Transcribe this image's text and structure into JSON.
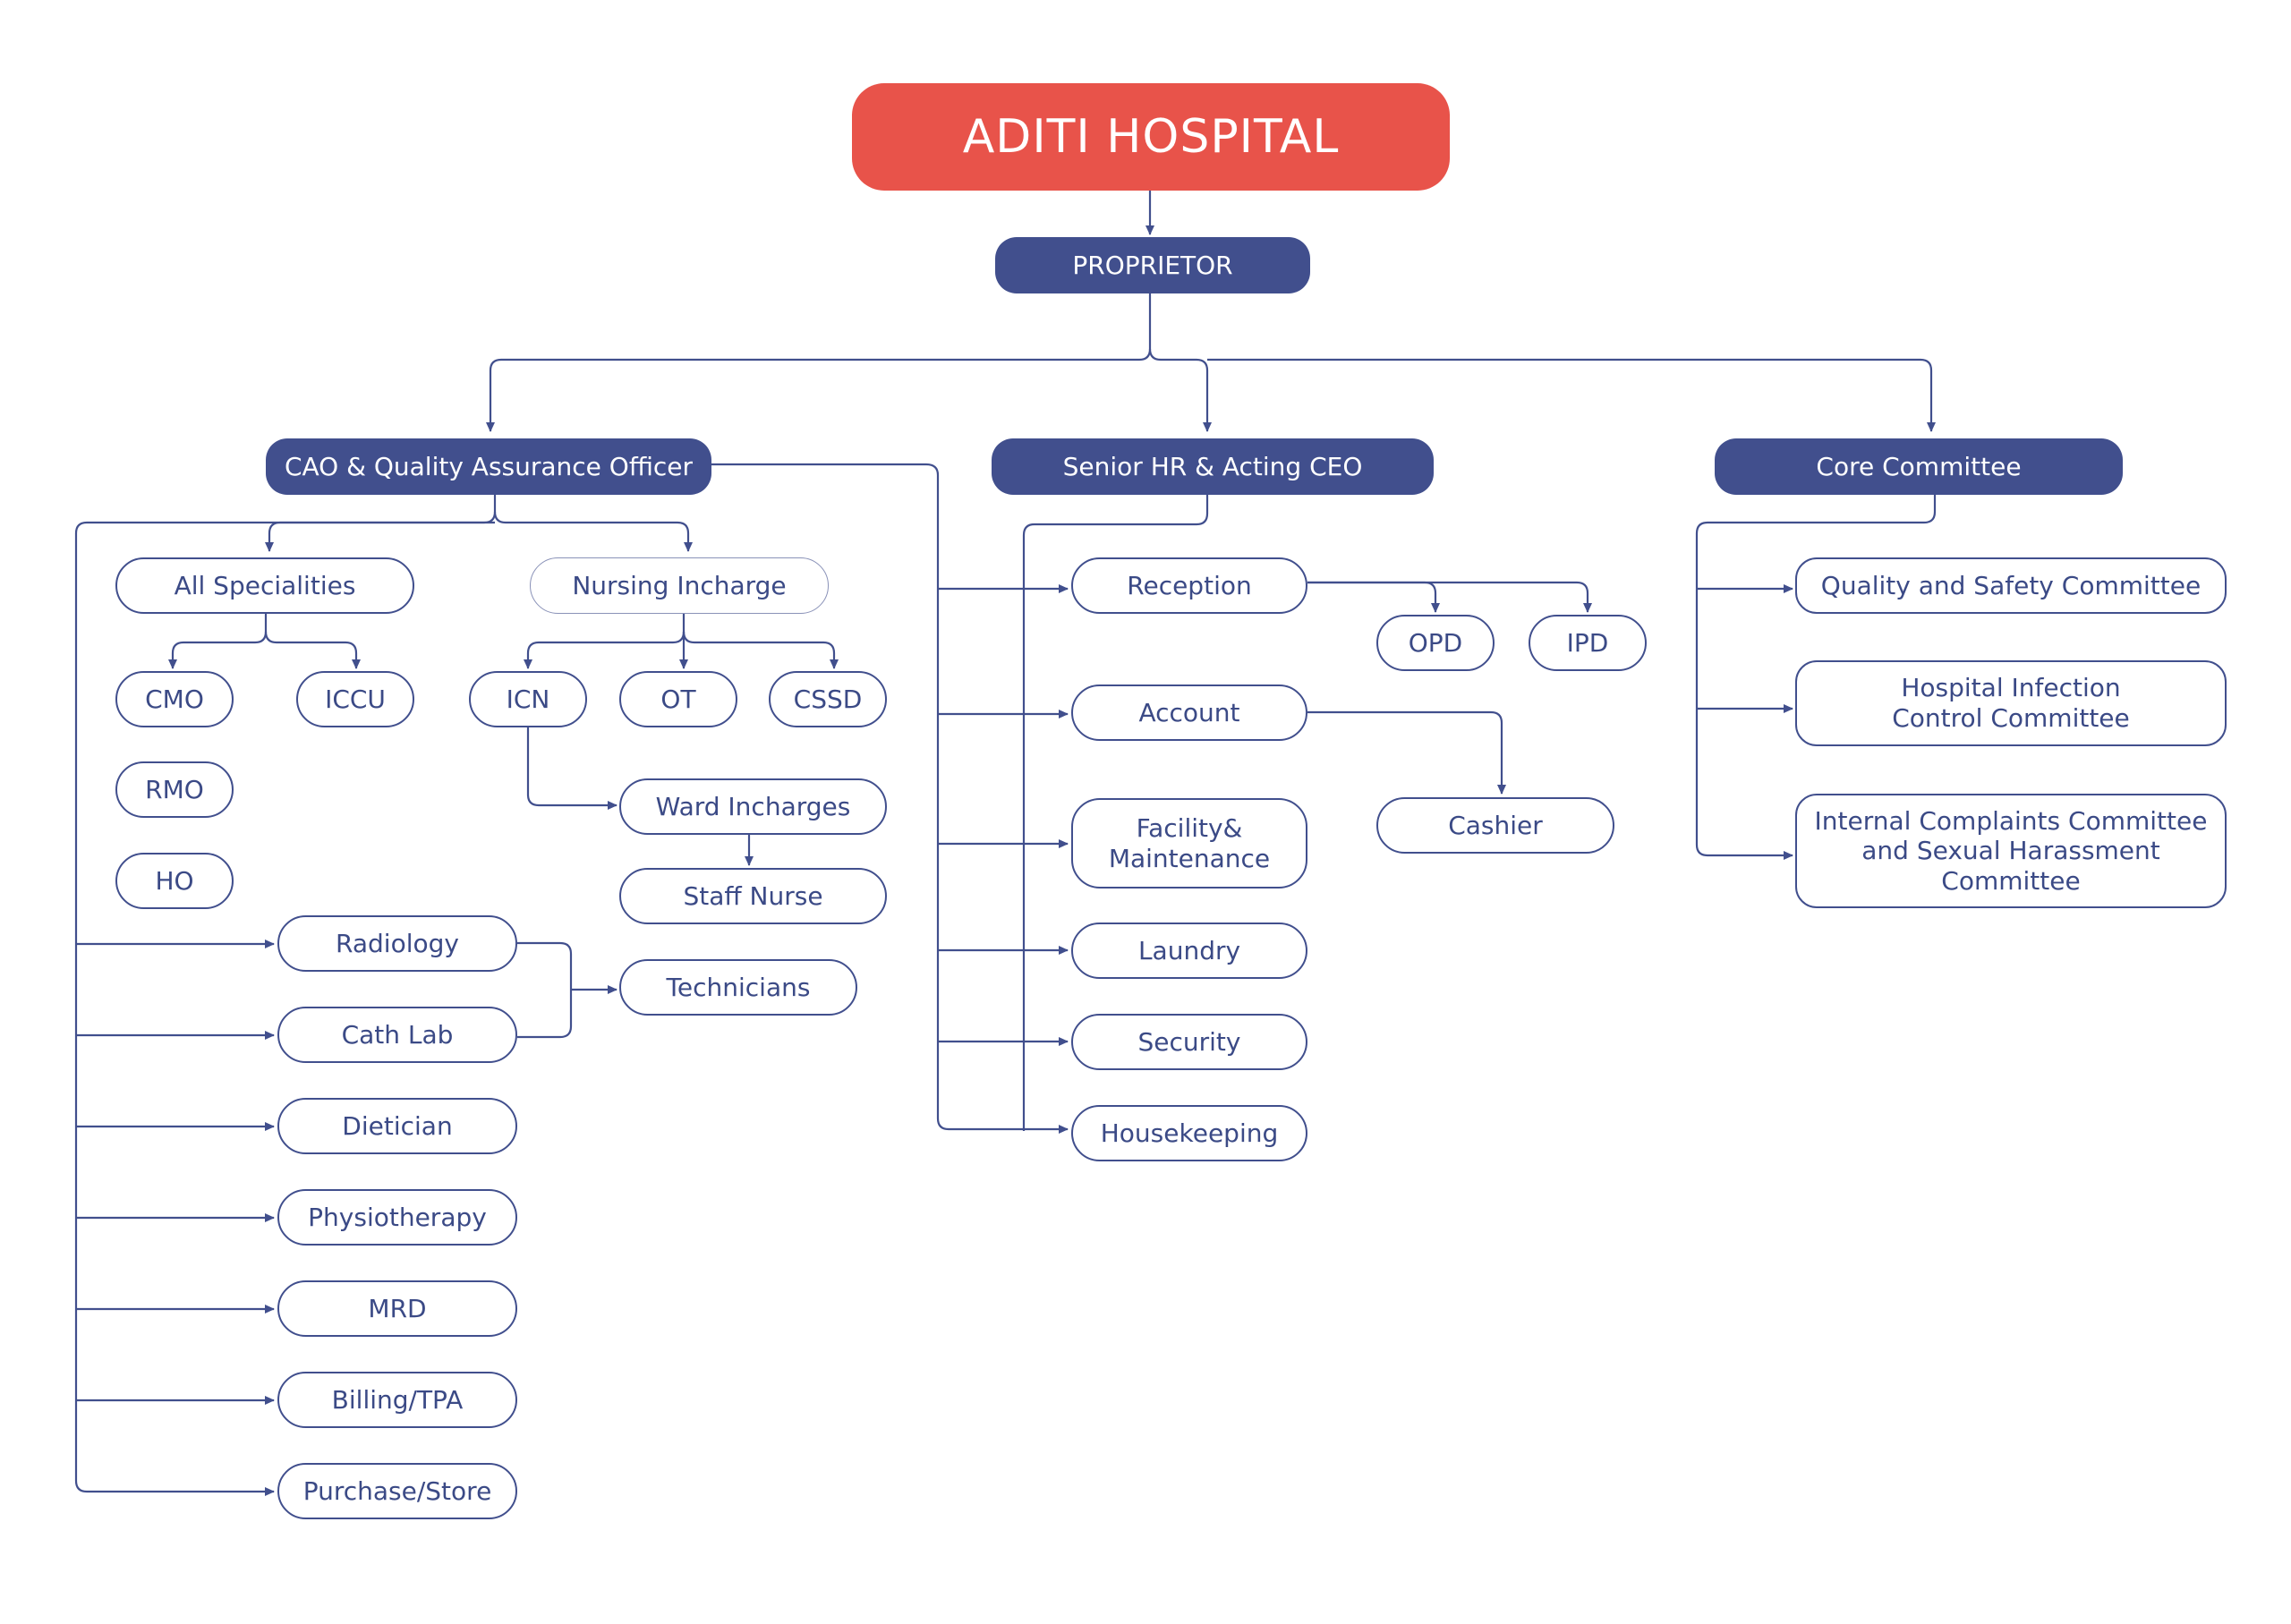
{
  "diagram": {
    "root": "ADITI HOSPITAL",
    "proprietor": "PROPRIETOR",
    "heads": {
      "cao": "CAO & Quality Assurance Officer",
      "hr": "Senior HR & Acting CEO",
      "core": "Core Committee"
    },
    "cao_branch": {
      "all_specialities": "All Specialities",
      "nursing_incharge": "Nursing Incharge",
      "cmo": "CMO",
      "iccu": "ICCU",
      "rmo": "RMO",
      "ho": "HO",
      "icn": "ICN",
      "ot": "OT",
      "cssd": "CSSD",
      "ward_incharges": "Ward Incharges",
      "staff_nurse": "Staff Nurse",
      "radiology": "Radiology",
      "cath_lab": "Cath Lab",
      "technicians": "Technicians",
      "dietician": "Dietician",
      "physiotherapy": "Physiotherapy",
      "mrd": "MRD",
      "billing": "Billing/TPA",
      "purchase": "Purchase/Store"
    },
    "hr_branch": {
      "reception": "Reception",
      "opd": "OPD",
      "ipd": "IPD",
      "account": "Account",
      "cashier": "Cashier",
      "facility": "Facility&\nMaintenance",
      "laundry": "Laundry",
      "security": "Security",
      "housekeeping": "Housekeeping"
    },
    "core_branch": {
      "quality_safety": "Quality and Safety Committee",
      "infection": "Hospital Infection\nControl Committee",
      "complaints": "Internal Complaints Committee\nand Sexual Harassment\nCommittee"
    }
  },
  "colors": {
    "root_fill": "#e8534a",
    "primary": "#414f8d",
    "text": "#3b4a86",
    "background": "#ffffff"
  }
}
